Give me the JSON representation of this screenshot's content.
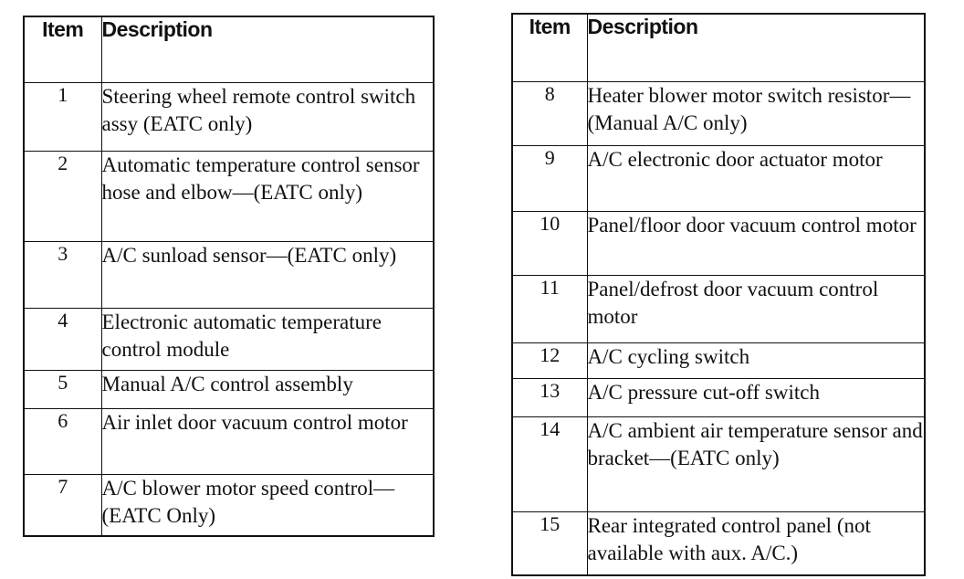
{
  "tables": [
    {
      "headers": {
        "item": "Item",
        "description": "Description"
      },
      "rows": [
        {
          "item": "1",
          "description": "Steering wheel remote control switch assy (EATC only)"
        },
        {
          "item": "2",
          "description": "Automatic temperature control sensor hose and elbow—(EATC only)"
        },
        {
          "item": "3",
          "description": "A/C sunload sensor—(EATC only)"
        },
        {
          "item": "4",
          "description": "Electronic automatic temperature control module"
        },
        {
          "item": "5",
          "description": "Manual A/C control assembly"
        },
        {
          "item": "6",
          "description": "Air inlet door vacuum control motor"
        },
        {
          "item": "7",
          "description": "A/C blower motor speed control—(EATC Only)"
        }
      ]
    },
    {
      "headers": {
        "item": "Item",
        "description": "Description"
      },
      "rows": [
        {
          "item": "8",
          "description": "Heater blower motor switch resistor—(Manual A/C only)"
        },
        {
          "item": "9",
          "description": "A/C electronic door actuator motor"
        },
        {
          "item": "10",
          "description": "Panel/floor door vacuum control motor"
        },
        {
          "item": "11",
          "description": "Panel/defrost door vacuum control motor"
        },
        {
          "item": "12",
          "description": "A/C cycling switch"
        },
        {
          "item": "13",
          "description": "A/C pressure cut-off switch"
        },
        {
          "item": "14",
          "description": "A/C ambient air temperature sensor and bracket—(EATC only)"
        },
        {
          "item": "15",
          "description": "Rear integrated control panel (not available with aux. A/C.)"
        }
      ]
    }
  ]
}
